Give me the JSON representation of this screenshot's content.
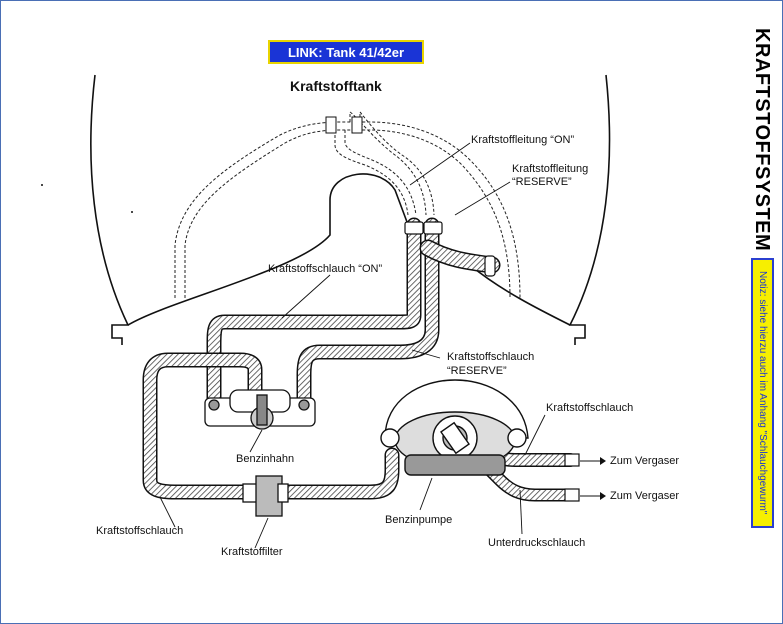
{
  "header": {
    "link_label": "LINK: Tank 41/42er",
    "tank_title": "Kraftstofftank",
    "side_title": "KRAFTSTOFFSYSTEM",
    "side_note": "Notiz: siehe hierzu auch im Anhang \"Schlauchgewurm\""
  },
  "labels": {
    "line_on": "Kraftstoffleitung “ON”",
    "line_reserve_1": "Kraftstoffleitung",
    "line_reserve_2": "“RESERVE”",
    "hose_on": "Kraftstoffschlauch “ON”",
    "hose_reserve_1": "Kraftstoffschlauch",
    "hose_reserve_2": "“RESERVE”",
    "hose_right": "Kraftstoffschlauch",
    "valve": "Benzinhahn",
    "to_carb_1": "Zum Vergaser",
    "to_carb_2": "Zum Vergaser",
    "hose_left": "Kraftstoffschlauch",
    "pump": "Benzinpumpe",
    "vacuum_hose": "Unterdruckschlauch",
    "filter": "Kraftstoffilter"
  }
}
